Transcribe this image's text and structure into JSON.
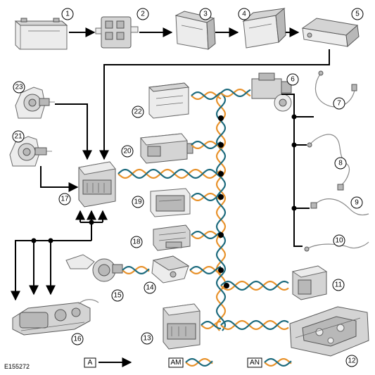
{
  "reference_code": "E155272",
  "colors": {
    "bus_am": "#1d6b7e",
    "bus_an": "#e8922b",
    "connection_a": "#000000"
  },
  "callouts": {
    "c1": "1",
    "c2": "2",
    "c3": "3",
    "c4": "4",
    "c5": "5",
    "c6": "6",
    "c7": "7",
    "c8": "8",
    "c9": "9",
    "c10": "10",
    "c11": "11",
    "c12": "12",
    "c13": "13",
    "c14": "14",
    "c15": "15",
    "c16": "16",
    "c17": "17",
    "c18": "18",
    "c19": "19",
    "c20": "20",
    "c21": "21",
    "c22": "22",
    "c23": "23"
  },
  "legend": {
    "a_label": "A",
    "am_label": "AM",
    "an_label": "AN"
  }
}
